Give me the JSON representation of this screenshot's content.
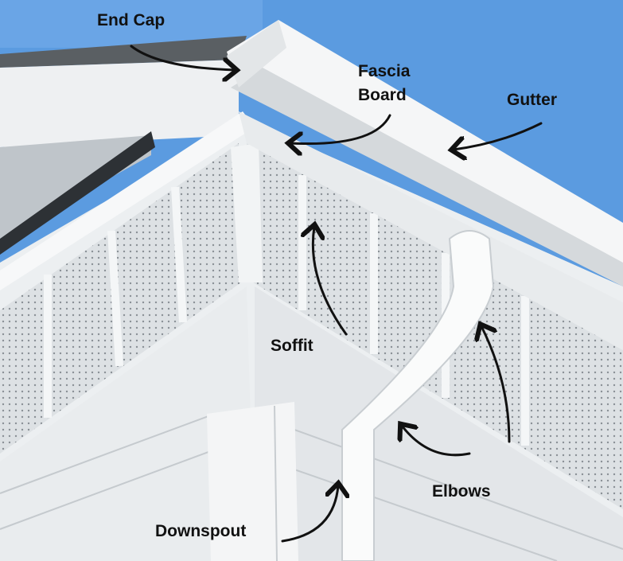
{
  "labels": {
    "end_cap": "End Cap",
    "fascia_board": "Fascia\nBoard",
    "fascia_line1": "Fascia",
    "fascia_line2": "Board",
    "gutter": "Gutter",
    "soffit": "Soffit",
    "elbows": "Elbows",
    "downspout": "Downspout"
  },
  "colors": {
    "sky": "#5b9be0",
    "siding": "#eceff1",
    "soffit": "#d9dde0",
    "arrow": "#111111"
  }
}
